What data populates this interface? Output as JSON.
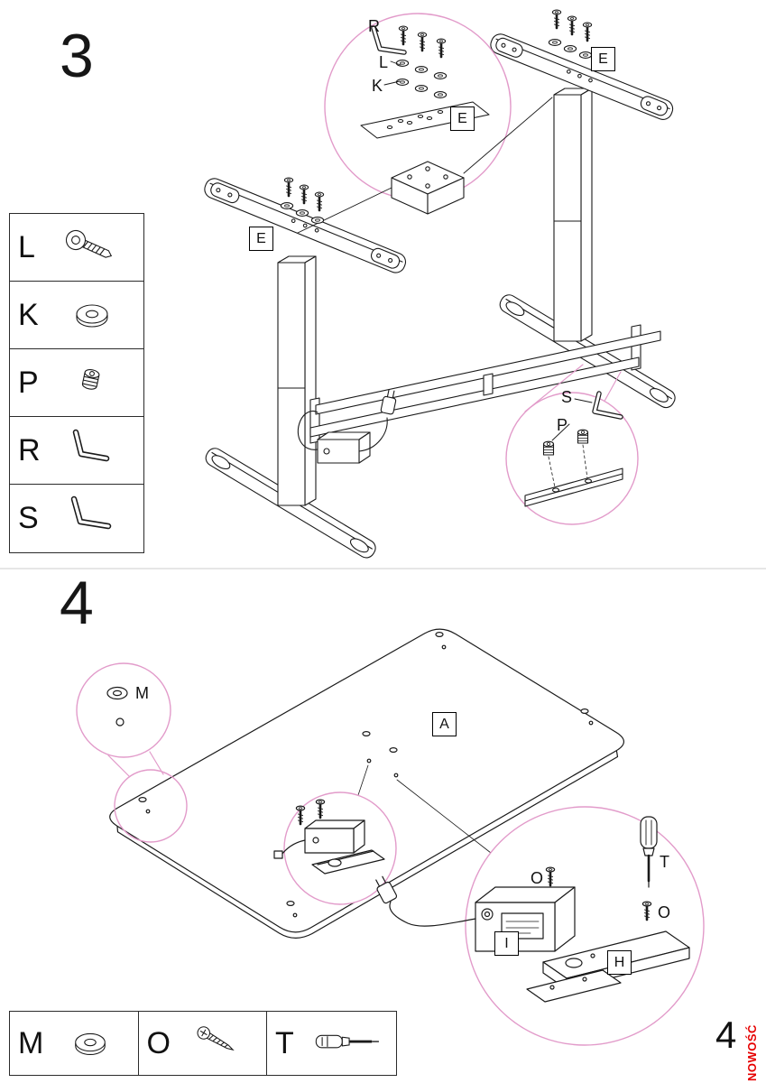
{
  "step3": {
    "number": "3",
    "legend": [
      {
        "letter": "L",
        "icon": "countersunk-bolt-icon"
      },
      {
        "letter": "K",
        "icon": "washer-icon"
      },
      {
        "letter": "P",
        "icon": "set-screw-icon"
      },
      {
        "letter": "R",
        "icon": "allen-key-icon"
      },
      {
        "letter": "S",
        "icon": "allen-key-icon"
      }
    ],
    "callouts": {
      "r_label": "R",
      "l_label": "L",
      "k_label": "K",
      "e_label_top": "E",
      "e_label_right": "E",
      "e_label_left": "E",
      "s_label": "S",
      "p_label": "P"
    }
  },
  "step4": {
    "number": "4",
    "labels": {
      "m": "M",
      "a": "A",
      "o_top": "O",
      "t": "T",
      "o_bottom": "O",
      "i": "I",
      "h": "H"
    },
    "legend": [
      {
        "letter": "M",
        "icon": "washer-icon"
      },
      {
        "letter": "O",
        "icon": "wood-screw-icon"
      },
      {
        "letter": "T",
        "icon": "screwdriver-icon"
      }
    ]
  },
  "footer": {
    "page_number": "4",
    "new_badge": "NOWOŚĆ"
  },
  "colors": {
    "callout_circle": "#e29bca",
    "new_badge_red": "#e60000",
    "line": "#1a1a1a"
  }
}
